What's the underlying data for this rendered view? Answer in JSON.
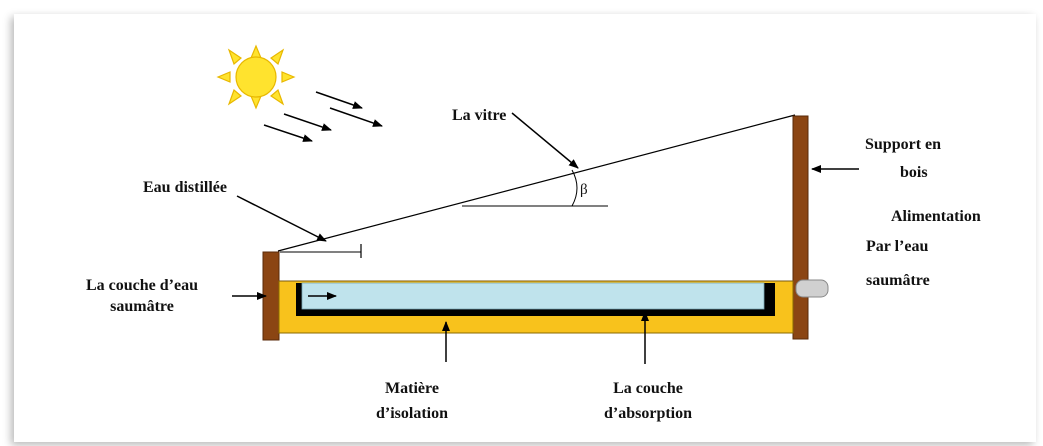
{
  "diagram": {
    "labels": {
      "vitre": "La vitre",
      "eau_distillee": "Eau distillée",
      "couche_eau_1": "La couche d’eau",
      "couche_eau_2": "saumâtre",
      "support_1": "Support en",
      "support_2": "bois",
      "alim_1": "Alimentation",
      "alim_2": "Par l’eau",
      "alim_3": "saumâtre",
      "isolation_1": "Matière",
      "isolation_2": "d’isolation",
      "absorption_1": "La couche",
      "absorption_2": "d’absorption",
      "angle": "β"
    },
    "colors": {
      "wood": "#8B4513",
      "insulation": "#F8C21C",
      "water": "#BFE3EC",
      "absorber": "#000000",
      "sun": "#FFE32E",
      "sun_outline": "#E8B800"
    },
    "icons": {
      "sun": "sun-icon"
    }
  }
}
